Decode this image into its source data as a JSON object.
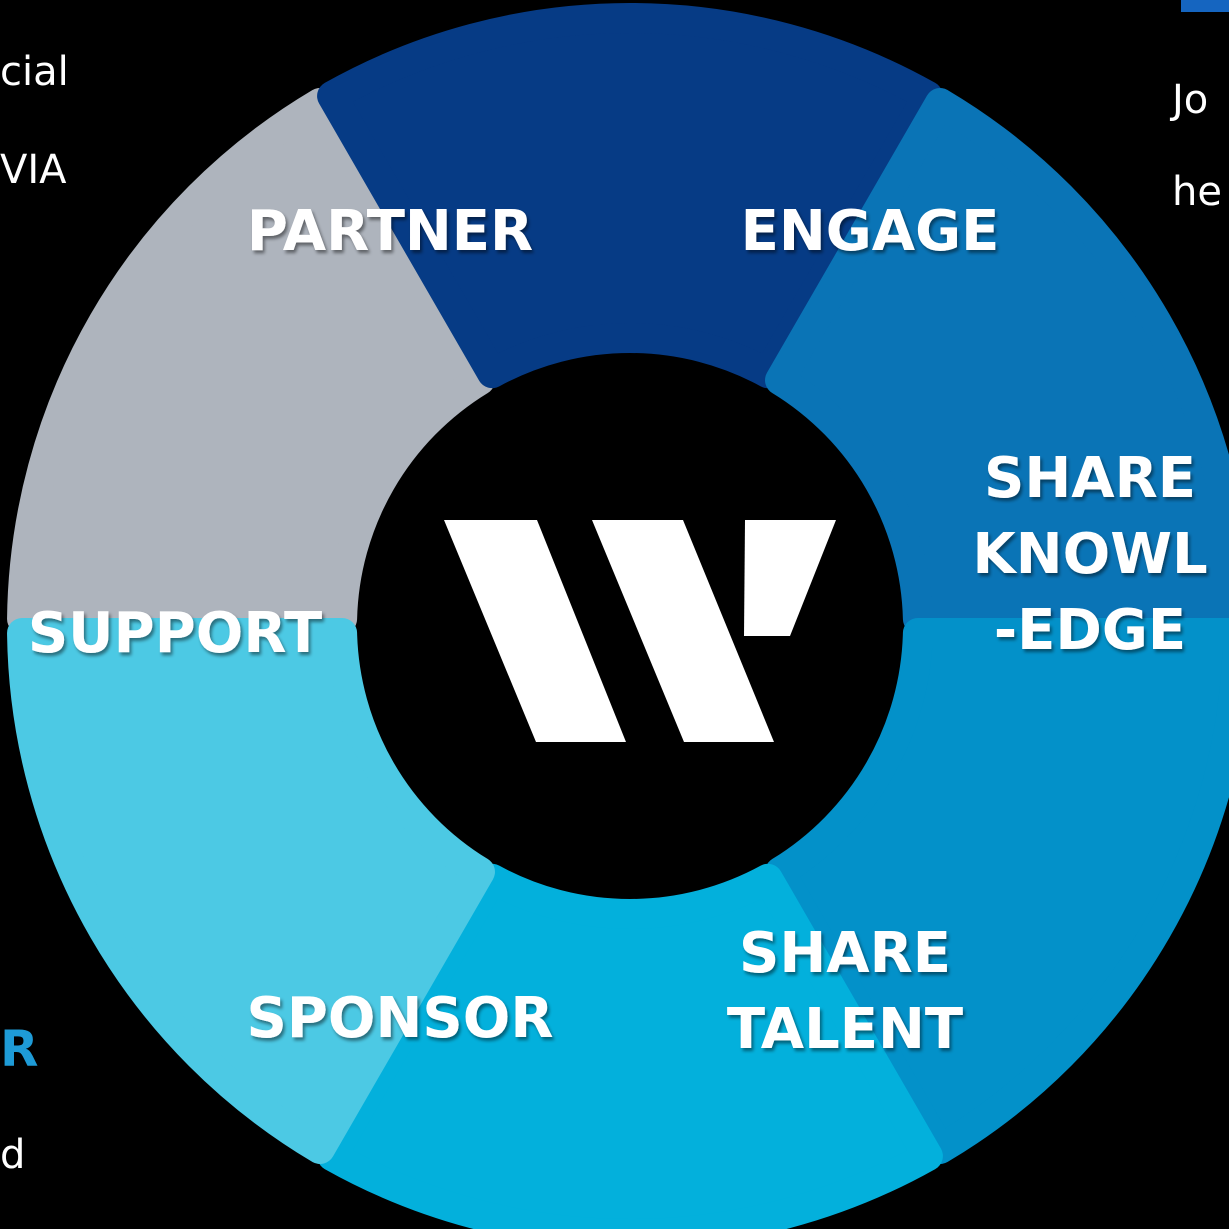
{
  "side_fragments": {
    "top_left_1": "cial",
    "top_left_2": "VIA",
    "top_right_1": "Jo",
    "top_right_2": "he",
    "bottom_left_accent": "R",
    "bottom_left_text": "d"
  },
  "wheel": {
    "segments": [
      {
        "id": "partner",
        "lines": [
          "PARTNER"
        ],
        "color": "#aeb4bd"
      },
      {
        "id": "engage",
        "lines": [
          "ENGAGE"
        ],
        "color": "#063b85"
      },
      {
        "id": "share-knowledge",
        "lines": [
          "SHARE",
          "KNOWL",
          "-EDGE"
        ],
        "color": "#0a74b6"
      },
      {
        "id": "share-talent",
        "lines": [
          "SHARE",
          "TALENT"
        ],
        "color": "#0391c9"
      },
      {
        "id": "sponsor",
        "lines": [
          "SPONSOR"
        ],
        "color": "#03b0dc"
      },
      {
        "id": "support",
        "lines": [
          "SUPPORT"
        ],
        "color": "#4cc9e4"
      }
    ],
    "center_logo": "w-logo-icon"
  },
  "colors": {
    "background": "#000000",
    "text": "#ffffff",
    "accent": "#1e9bd7",
    "corner_block": "#1565c0"
  }
}
